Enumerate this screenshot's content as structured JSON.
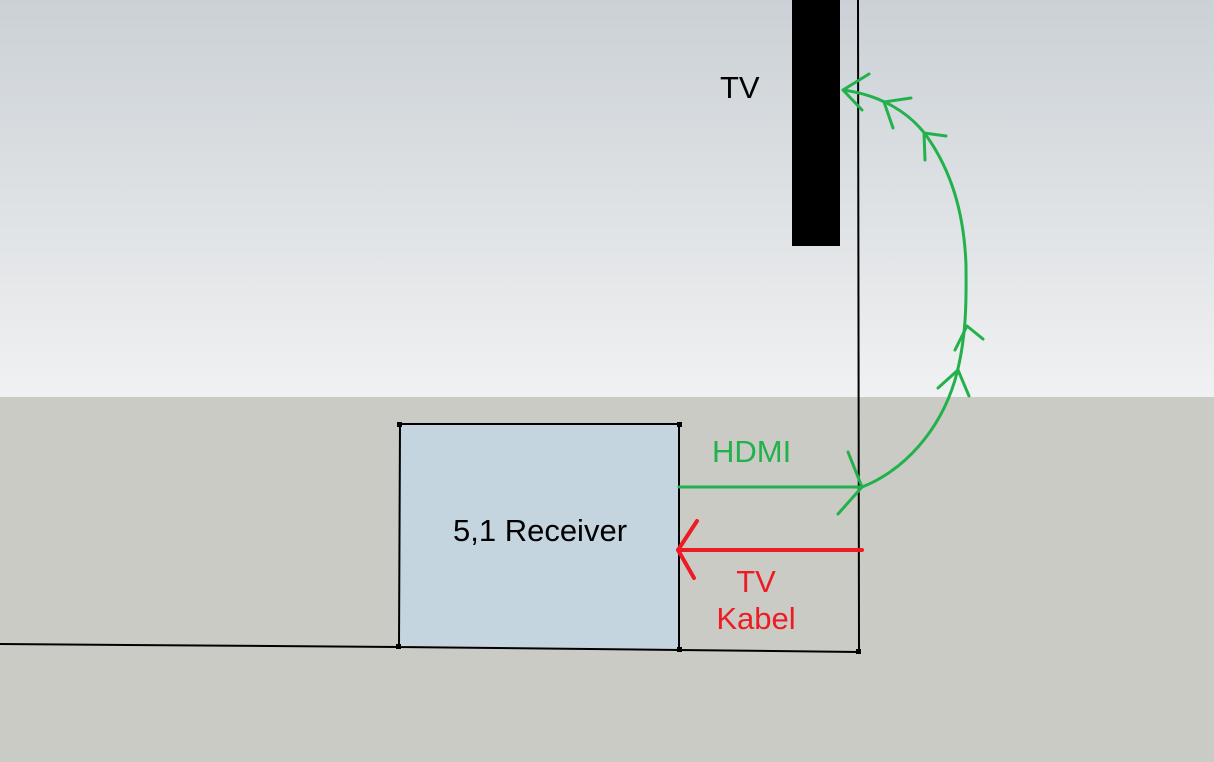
{
  "colors": {
    "sky_top": "#cbd1d6",
    "sky_bottom": "#f0f1f2",
    "ground": "#cbcbc6",
    "receiver_fill": "#c4d5e0",
    "tv_panel": "#000000",
    "hdmi": "#22b14c",
    "tv_cable": "#ed1c24"
  },
  "labels": {
    "tv": "TV",
    "receiver": "5,1 Receiver",
    "hdmi": "HDMI",
    "tv_cable_line1": "TV",
    "tv_cable_line2": "Kabel"
  }
}
